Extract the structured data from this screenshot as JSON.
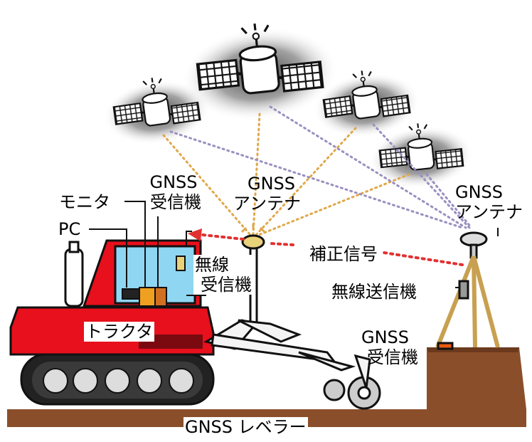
{
  "labels": {
    "gnss_receiver_tractor_1": "GNSS",
    "gnss_receiver_tractor_2": "受信機",
    "monitor": "モニタ",
    "pc": "PC",
    "gnss_antenna_center_1": "GNSS",
    "gnss_antenna_center_2": "アンテナ",
    "gnss_antenna_right_1": "GNSS",
    "gnss_antenna_right_2": "アンテナ",
    "correction_signal": "補正信号",
    "radio_receiver_1": "無線",
    "radio_receiver_2": "受信機",
    "radio_transmitter": "無線送信機",
    "tractor": "トラクタ",
    "gnss_receiver_base_1": "GNSS",
    "gnss_receiver_base_2": "受信機",
    "gnss_leveler": "GNSS レベラー"
  },
  "colors": {
    "tractor_body": "#e8101c",
    "window": "#8fd6f2",
    "signal_arrow": "#e23030",
    "signal_yellow": "#e0a84a",
    "signal_purple": "#9a8fc0",
    "ground": "#8a4f2a",
    "antenna_gold": "#e8d27a"
  },
  "icons": [
    "satellite-icon",
    "gnss-antenna-icon",
    "tractor-illustration",
    "tripod-icon",
    "leveler-illustration"
  ]
}
